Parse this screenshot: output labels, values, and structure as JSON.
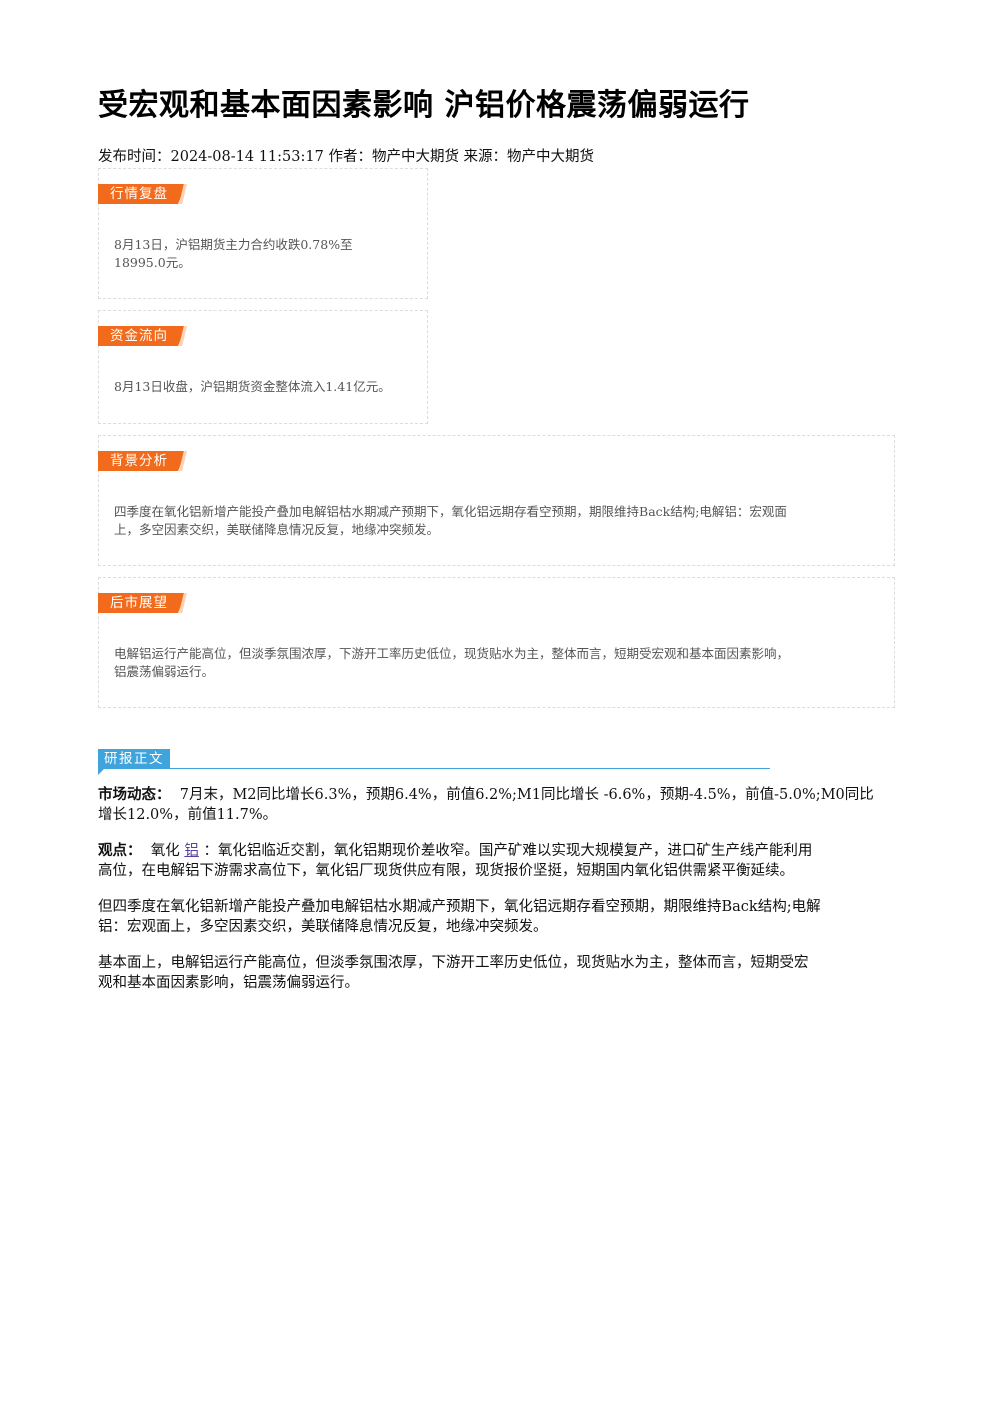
{
  "title": "受宏观和基本面因素影响 沪铝价格震荡偏弱运行",
  "meta": "发布时间：2024-08-14 11:53:17 作者：物产中大期货 来源：物产中大期货",
  "cards": [
    {
      "tag": "行情复盘",
      "lines": [
        "8月13日，沪铝期货主力合约收跌0.78%至",
        "18995.0元。"
      ]
    },
    {
      "tag": "资金流向",
      "lines": [
        "8月13日收盘，沪铝期货资金整体流入1.41亿元。"
      ]
    },
    {
      "tag": "背景分析",
      "lines": [
        "四季度在氧化铝新增产能投产叠加电解铝枯水期减产预期下，氧化铝远期存看空预期，期限维持Back结构;电解铝：宏观面",
        "上，多空因素交织，美联储降息情况反复，地缘冲突频发。"
      ]
    },
    {
      "tag": "后市展望",
      "lines": [
        "电解铝运行产能高位，但淡季氛围浓厚，下游开工率历史低位，现货贴水为主，整体而言，短期受宏观和基本面因素影响，",
        "铝震荡偏弱运行。"
      ]
    }
  ],
  "section_label": "研报正文",
  "body": {
    "p1_label": "市场动态：",
    "p1_line1": "7月末，M2同比增长6.3%，预期6.4%，前值6.2%;M1同比增长 -6.6%，预期-4.5%，前值-5.0%;M0同比",
    "p1_line2": "增长12.0%，前值11.7%。",
    "p2_label": "观点：",
    "p2_pre": "氧化",
    "p2_link": "铝",
    "p2_line1_rest": "：氧化铝临近交割，氧化铝期现价差收窄。国产矿难以实现大规模复产，进口矿生产线产能利用",
    "p2_line2": "高位，在电解铝下游需求高位下，氧化铝厂现货供应有限，现货报价坚挺，短期国内氧化铝供需紧平衡延续。",
    "p3_line1": "但四季度在氧化铝新增产能投产叠加电解铝枯水期减产预期下，氧化铝远期存看空预期，期限维持Back结构;电解",
    "p3_line2": "铝：宏观面上，多空因素交织，美联储降息情况反复，地缘冲突频发。",
    "p4_line1": "基本面上，电解铝运行产能高位，但淡季氛围浓厚，下游开工率历史低位，现货贴水为主，整体而言，短期受宏",
    "p4_line2": "观和基本面因素影响，铝震荡偏弱运行。"
  }
}
